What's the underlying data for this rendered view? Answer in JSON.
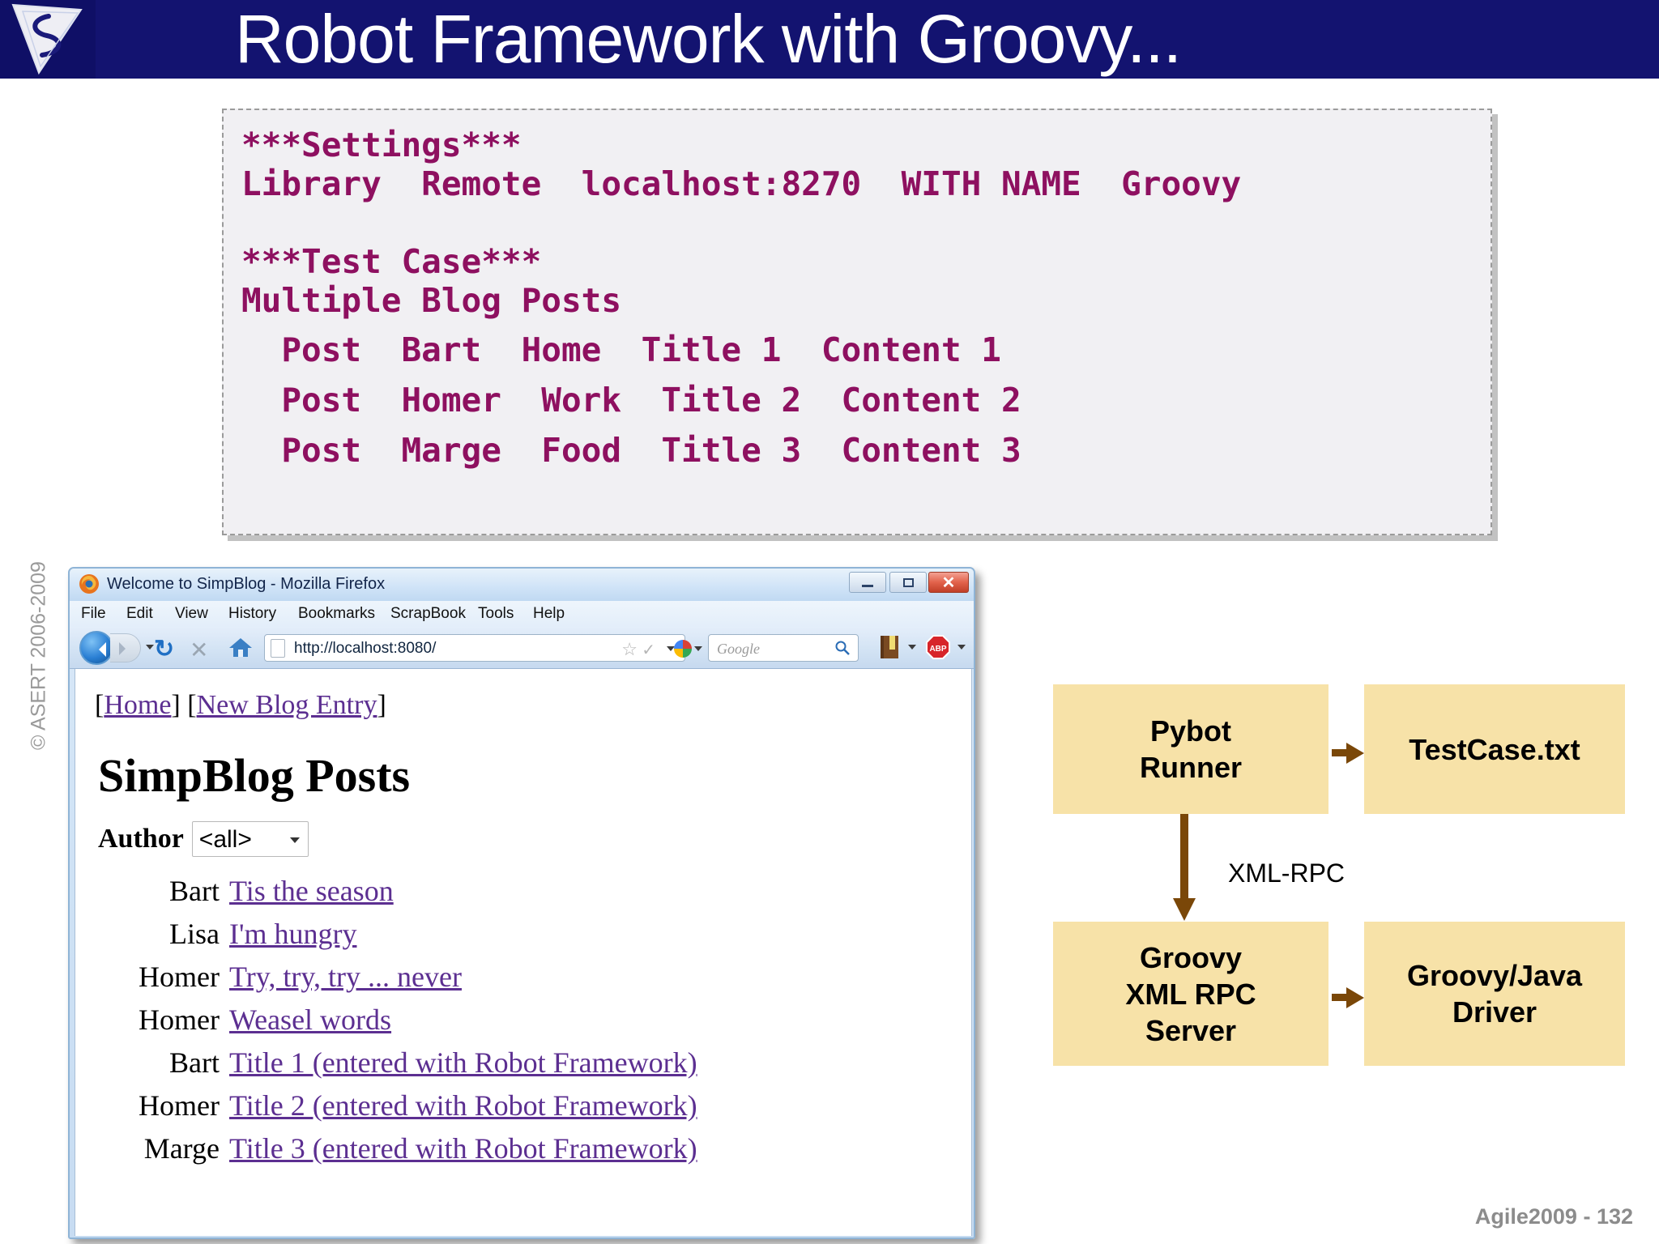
{
  "slide": {
    "title": "Robot Framework with Groovy...",
    "footer": "Agile2009 - 132",
    "copyright": "© ASERT 2006-2009",
    "logo_alt": "asert-logo"
  },
  "code_block": {
    "lines": [
      "***Settings***",
      "Library  Remote  localhost:8270  WITH NAME  Groovy",
      "",
      "***Test Case***",
      "Multiple Blog Posts",
      "  Post  Bart  Home  Title 1  Content 1",
      "  Post  Homer  Work  Title 2  Content 2",
      "  Post  Marge  Food  Title 3  Content 3"
    ]
  },
  "browser": {
    "window_title": "Welcome to SimpBlog - Mozilla Firefox",
    "menus": [
      "File",
      "Edit",
      "View",
      "History",
      "Bookmarks",
      "ScrapBook",
      "Tools",
      "Help"
    ],
    "window_controls": {
      "minimize": "minimize-button",
      "maximize": "maximize-button",
      "close": "✕"
    },
    "toolbar": {
      "back": "back-button",
      "forward": "forward-button",
      "reload": "↻",
      "stop": "✕",
      "home": "home-button",
      "url": "http://localhost:8080/",
      "bookmark_star": "☆",
      "feed_check": "✓",
      "search_placeholder": "Google",
      "search_value": "",
      "bookmarks_toolbar": "bookmarks-icon",
      "adblock": "ABP"
    },
    "page": {
      "nav_home": "Home",
      "nav_new_entry": "New Blog Entry",
      "heading": "SimpBlog Posts",
      "author_label": "Author",
      "author_selected": "<all>",
      "posts": [
        {
          "author": "Bart",
          "title": "Tis the season"
        },
        {
          "author": "Lisa",
          "title": "I'm hungry"
        },
        {
          "author": "Homer",
          "title": "Try, try, try ... never"
        },
        {
          "author": "Homer",
          "title": "Weasel words"
        },
        {
          "author": "Bart",
          "title": "Title 1 (entered with Robot Framework)"
        },
        {
          "author": "Homer",
          "title": "Title 2 (entered with Robot Framework)"
        },
        {
          "author": "Marge",
          "title": "Title 3 (entered with Robot Framework)"
        }
      ]
    }
  },
  "diagram": {
    "boxes": [
      {
        "id": "pybot",
        "label": "Pybot\nRunner"
      },
      {
        "id": "testcase",
        "label": "TestCase.txt"
      },
      {
        "id": "groovysrv",
        "label": "Groovy\nXML RPC\nServer"
      },
      {
        "id": "driver",
        "label": "Groovy/Java\nDriver"
      }
    ],
    "connector_label": "XML-RPC",
    "box_color": "#f7e2a8",
    "arrow_color": "#7a4708"
  }
}
